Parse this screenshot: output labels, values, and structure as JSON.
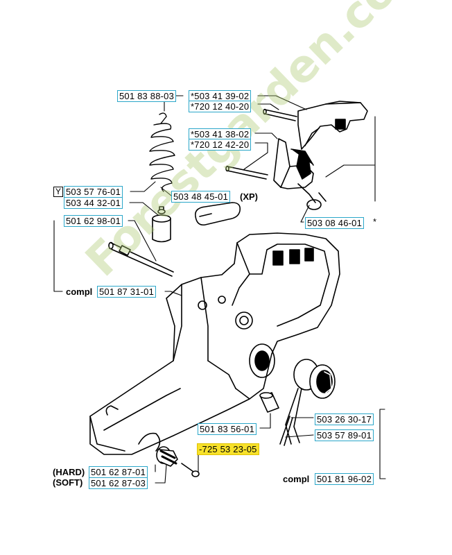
{
  "watermark": "Forestgarden.com",
  "colors": {
    "label_border": "#2aa6c9",
    "highlight": "#f7e12a",
    "line": "#000000",
    "watermark": "#b8d27a"
  },
  "labels": {
    "p501838803": "501 83 88-03",
    "p503413902": "*503 41 39-02",
    "p720124020": "*720 12 40-20",
    "p503413802": "*503 41 38-02",
    "p720124220": "*720 12 42-20",
    "y_box": "Y",
    "p503577601": "503 57 76-01",
    "p503484501": "503 48 45-01",
    "xp": "(XP)",
    "p503443201": "503 44 32-01",
    "p503084601": "503 08 46-01",
    "star": "*",
    "p501629801": "501 62 98-01",
    "compl1": "compl",
    "p501873101": "501 87 31-01",
    "p501835601": "501 83 56-01",
    "p503263017": "503 26 30-17",
    "p503578901": "503 57 89-01",
    "p725532305": "-725 53 23-05",
    "hard": "(HARD)",
    "p501628701": "501 62 87-01",
    "soft": "(SOFT)",
    "p501628703": "501 62 87-03",
    "compl2": "compl",
    "p501819602": "501 81 96-02"
  }
}
